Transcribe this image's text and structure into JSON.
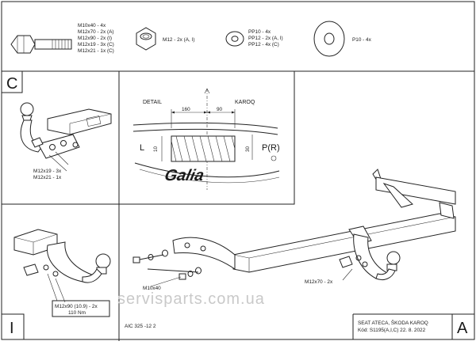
{
  "hardware": {
    "bolt_lines": [
      "M10x40 - 4x",
      "M12x70 - 2x (A)",
      "M12x90 - 2x (I)",
      "M12x19 - 3x (C)",
      "M12x21 - 1x (C)"
    ],
    "nut_label": "M12 - 2x (A, I)",
    "washer_lines": [
      "PP10 - 4x",
      "PP12 - 2x (A, I)",
      "PP12 - 4x (C)"
    ],
    "large_washer_label": "P10 - 4x"
  },
  "variants": {
    "c": "C",
    "i": "I",
    "a": "A"
  },
  "panel_c": {
    "lines": [
      "M12x19 - 3x",
      "M12x21 - 1x"
    ]
  },
  "detail": {
    "left_title": "DETAIL",
    "right_title": "KAROQ",
    "dim_160": "160",
    "dim_90": "90",
    "dim_10": "10",
    "dim_30": "30",
    "label_l": "L",
    "label_pr": "P(R)"
  },
  "panel_i": {
    "lines": [
      "M12x90 (10.9) - 2x",
      "110 Nm"
    ]
  },
  "main": {
    "bolt_label": "M10x40",
    "bolt_right_label": "M12x70 - 2x"
  },
  "footer": {
    "drawing_no": "AIC 325 -12 2",
    "model": "SEAT ATECA, ŠKODA KAROQ",
    "code_line": "Kód: S1195(A,I,C)  22. 8. 2022"
  },
  "watermark": "servisparts.com.ua",
  "logo_text": "Galia"
}
